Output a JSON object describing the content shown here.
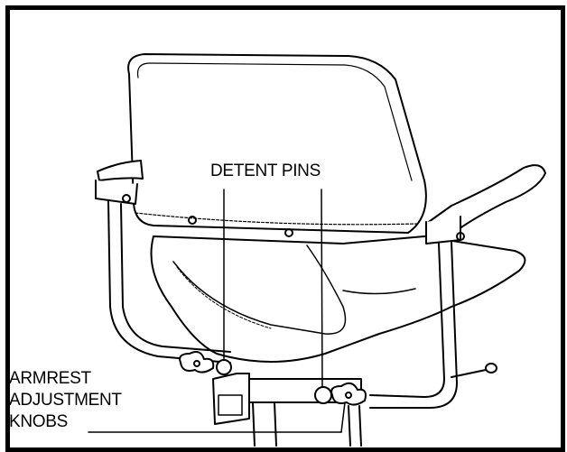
{
  "labels": {
    "detent_pins": "DETENT PINS",
    "armrest_knobs": [
      "ARMREST",
      "ADJUSTMENT",
      "KNOBS"
    ]
  },
  "colors": {
    "line": "#000000",
    "background": "#ffffff"
  }
}
